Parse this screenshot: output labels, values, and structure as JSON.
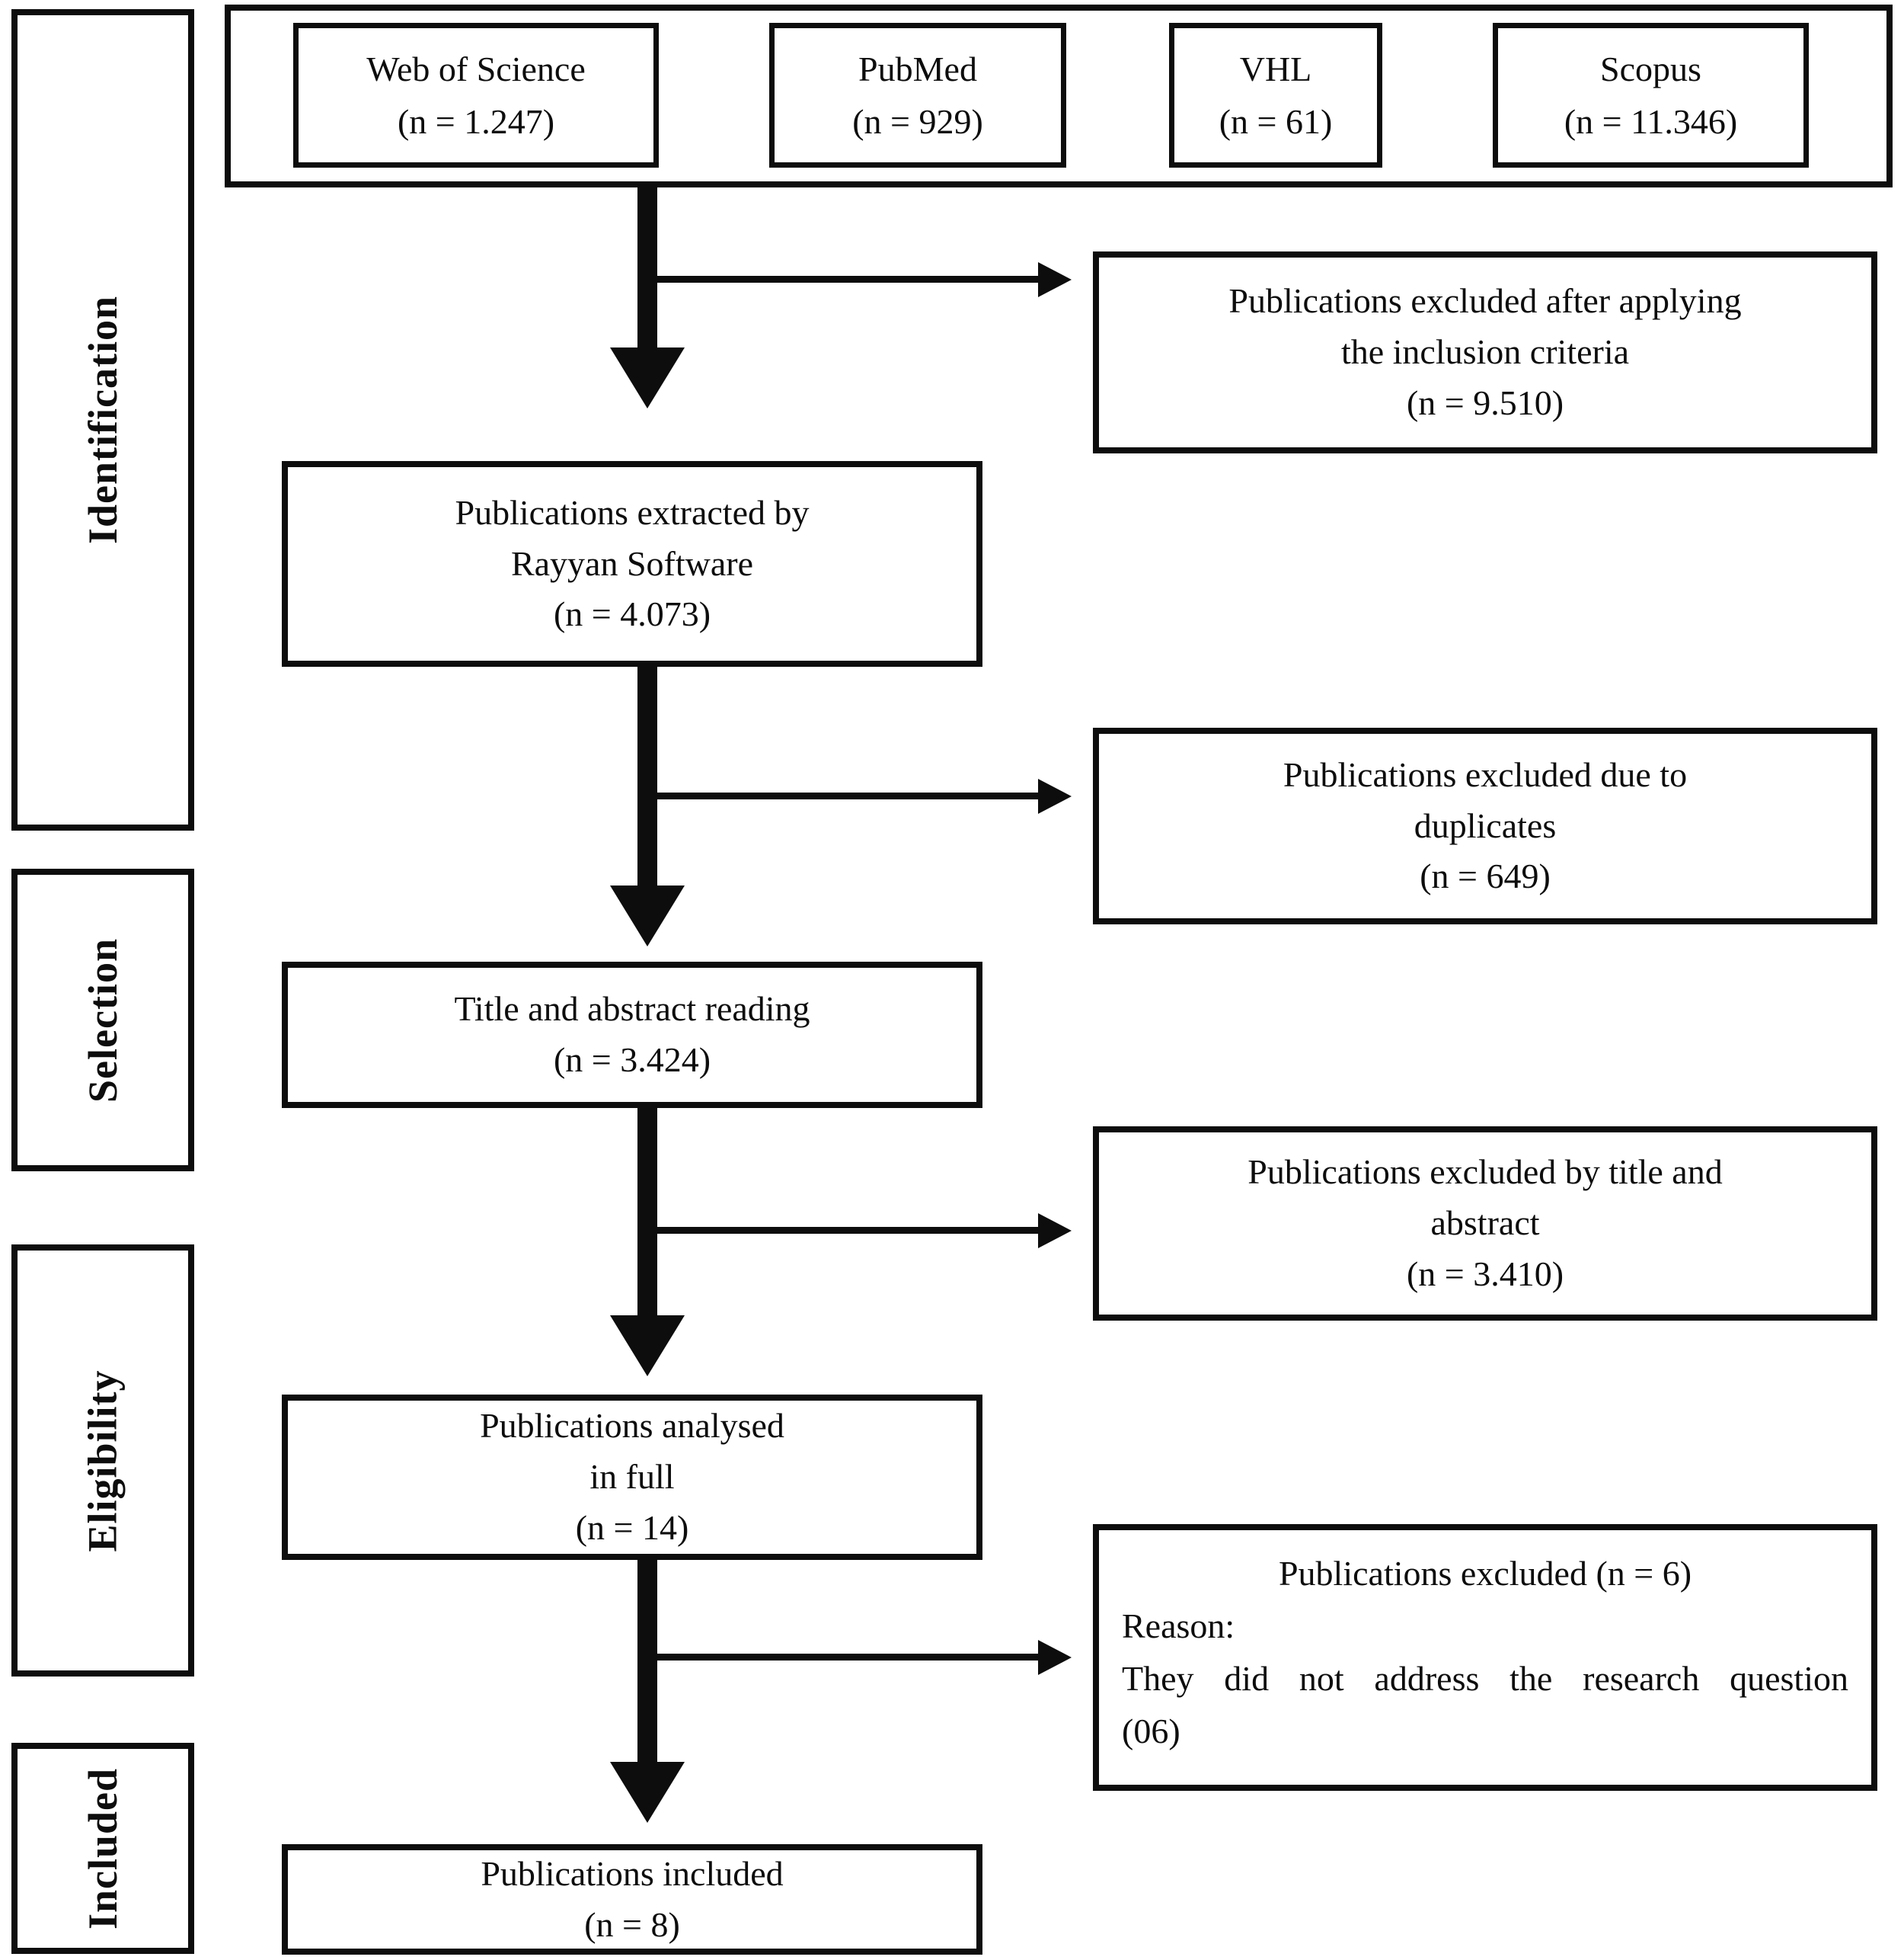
{
  "phases": [
    {
      "label": "Identification"
    },
    {
      "label": "Selection"
    },
    {
      "label": "Eligibility"
    },
    {
      "label": "Included"
    }
  ],
  "sources": [
    {
      "name": "Web of Science",
      "count": "(n = 1.247)"
    },
    {
      "name": "PubMed",
      "count": "(n = 929)"
    },
    {
      "name": "VHL",
      "count": "(n = 61)"
    },
    {
      "name": "Scopus",
      "count": "(n = 11.346)"
    }
  ],
  "flow": {
    "extracted": {
      "line1": "Publications extracted by",
      "line2": "Rayyan Software",
      "count": "(n = 4.073)"
    },
    "screening": {
      "line1": "Title and abstract reading",
      "count": "(n = 3.424)"
    },
    "fulltext": {
      "line1": "Publications analysed",
      "line2": "in full",
      "count": "(n = 14)"
    },
    "included": {
      "line1": "Publications included",
      "count": "(n = 8)"
    }
  },
  "exclusions": {
    "criteria": {
      "line1": "Publications excluded after applying",
      "line2": "the inclusion criteria",
      "count": "(n = 9.510)"
    },
    "duplicates": {
      "line1": "Publications excluded due to",
      "line2": "duplicates",
      "count": "(n = 649)"
    },
    "title_abstract": {
      "line1": "Publications excluded by title and",
      "line2": "abstract",
      "count": "(n = 3.410)"
    },
    "fulltext_excluded": {
      "title": "Publications excluded (n = 6)",
      "reason_label": "Reason:",
      "reason_text": "They did not address the research question (06)"
    }
  },
  "colors": {
    "ink": "#0d0d0d",
    "background": "#ffffff"
  }
}
